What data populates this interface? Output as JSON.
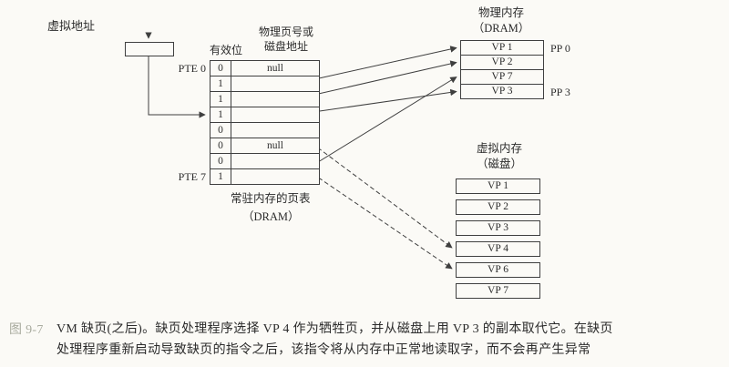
{
  "colors": {
    "background": "#fbfaf6",
    "line": "#3f3f3f",
    "text": "#2b2b2b",
    "figure_label": "#a9ab9f"
  },
  "virtual_address": {
    "label": "虚拟地址"
  },
  "page_table": {
    "header_valid": "有效位",
    "header_addr_line1": "物理页号或",
    "header_addr_line2": "磁盘地址",
    "pte_first": "PTE 0",
    "pte_last": "PTE 7",
    "rows": [
      {
        "valid": "0",
        "addr": "null"
      },
      {
        "valid": "1",
        "addr": ""
      },
      {
        "valid": "1",
        "addr": ""
      },
      {
        "valid": "1",
        "addr": ""
      },
      {
        "valid": "0",
        "addr": ""
      },
      {
        "valid": "0",
        "addr": "null"
      },
      {
        "valid": "0",
        "addr": ""
      },
      {
        "valid": "1",
        "addr": ""
      }
    ],
    "footer_line1": "常驻内存的页表",
    "footer_line2": "（DRAM）"
  },
  "physical_memory": {
    "title_line1": "物理内存",
    "title_line2": "（DRAM）",
    "rows": [
      "VP 1",
      "VP 2",
      "VP 7",
      "VP 3"
    ],
    "pp_first": "PP 0",
    "pp_last": "PP 3"
  },
  "disk": {
    "title_line1": "虚拟内存",
    "title_line2": "（磁盘）",
    "rows": [
      "VP 1",
      "VP 2",
      "VP 3",
      "VP 4",
      "VP 6",
      "VP 7"
    ]
  },
  "edges": {
    "solid": [
      {
        "from": "PTE 1",
        "to": "DRAM VP 1"
      },
      {
        "from": "PTE 2",
        "to": "DRAM VP 2"
      },
      {
        "from": "PTE 3",
        "to": "DRAM VP 3"
      },
      {
        "from": "PTE 7",
        "to": "DRAM VP 7"
      }
    ],
    "dashed": [
      {
        "from": "PTE 4",
        "to": "Disk VP 4"
      },
      {
        "from": "PTE 6",
        "to": "Disk VP 6"
      }
    ]
  },
  "caption": {
    "fig_label": "图 9-7",
    "line1": "VM 缺页(之后)。缺页处理程序选择 VP 4 作为牺牲页，并从磁盘上用 VP 3 的副本取代它。在缺页",
    "line2": "处理程序重新启动导致缺页的指令之后，该指令将从内存中正常地读取字，而不会再产生异常"
  }
}
